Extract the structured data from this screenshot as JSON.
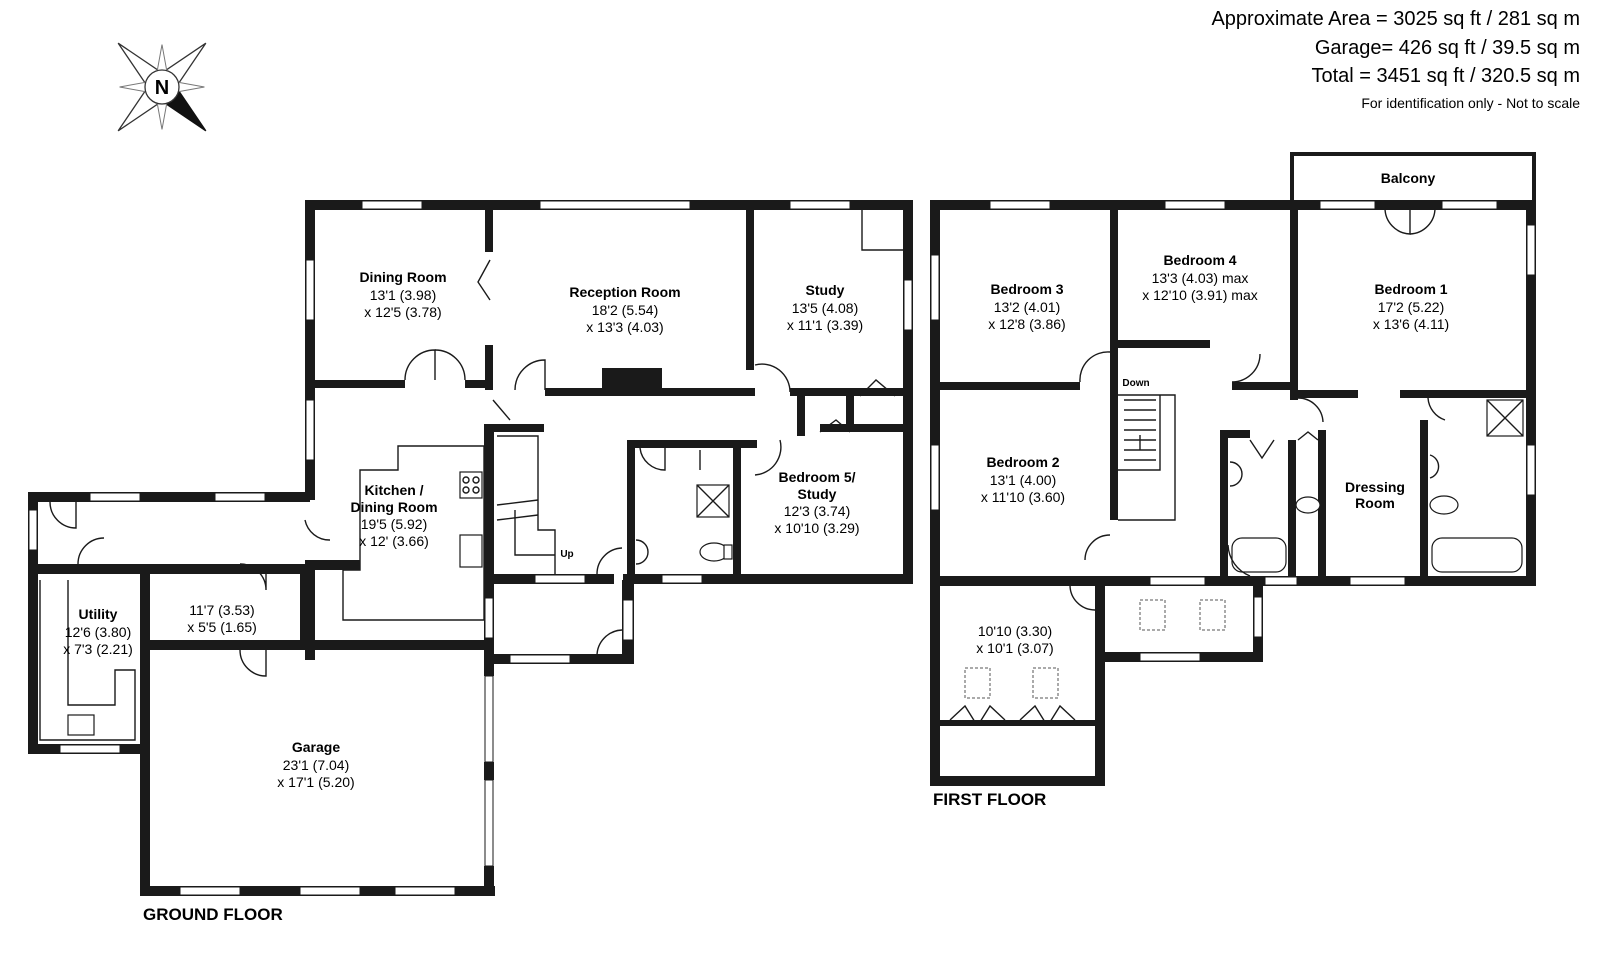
{
  "header": {
    "area_line": "Approximate Area = 3025 sq ft / 281 sq m",
    "garage_line": "Garage= 426 sq ft / 39.5 sq m",
    "total_line": "Total = 3451 sq ft / 320.5 sq m",
    "note": "For identification only - Not to scale"
  },
  "compass": {
    "label": "N"
  },
  "floors": {
    "ground": "GROUND FLOOR",
    "first": "FIRST FLOOR"
  },
  "rooms": {
    "dining": {
      "name": "Dining Room",
      "dim1": "13'1 (3.98)",
      "dim2": "x 12'5 (3.78)"
    },
    "reception": {
      "name": "Reception Room",
      "dim1": "18'2 (5.54)",
      "dim2": "x 13'3 (4.03)"
    },
    "study": {
      "name": "Study",
      "dim1": "13'5 (4.08)",
      "dim2": "x 11'1 (3.39)"
    },
    "kitchen": {
      "name1": "Kitchen /",
      "name2": "Dining Room",
      "dim1": "19'5 (5.92)",
      "dim2": "x 12' (3.66)"
    },
    "bedroom5": {
      "name1": "Bedroom 5/",
      "name2": "Study",
      "dim1": "12'3 (3.74)",
      "dim2": "x 10'10 (3.29)"
    },
    "utility": {
      "name": "Utility",
      "dim1": "12'6 (3.80)",
      "dim2": "x 7'3 (2.21)"
    },
    "store": {
      "dim1": "11'7 (3.53)",
      "dim2": "x 5'5 (1.65)"
    },
    "garage": {
      "name": "Garage",
      "dim1": "23'1 (7.04)",
      "dim2": "x 17'1 (5.20)"
    },
    "stairs_up": "Up",
    "balcony": {
      "name": "Balcony"
    },
    "bedroom3": {
      "name": "Bedroom 3",
      "dim1": "13'2 (4.01)",
      "dim2": "x 12'8 (3.86)"
    },
    "bedroom4": {
      "name": "Bedroom 4",
      "dim1": "13'3 (4.03) max",
      "dim2": "x 12'10 (3.91) max"
    },
    "bedroom1": {
      "name": "Bedroom 1",
      "dim1": "17'2 (5.22)",
      "dim2": "x 13'6 (4.11)"
    },
    "bedroom2": {
      "name": "Bedroom 2",
      "dim1": "13'1 (4.00)",
      "dim2": "x 11'10 (3.60)"
    },
    "stairs_down": "Down",
    "dressing": {
      "name1": "Dressing",
      "name2": "Room"
    },
    "loft_room": {
      "dim1": "10'10 (3.30)",
      "dim2": "x 10'1 (3.07)"
    }
  }
}
